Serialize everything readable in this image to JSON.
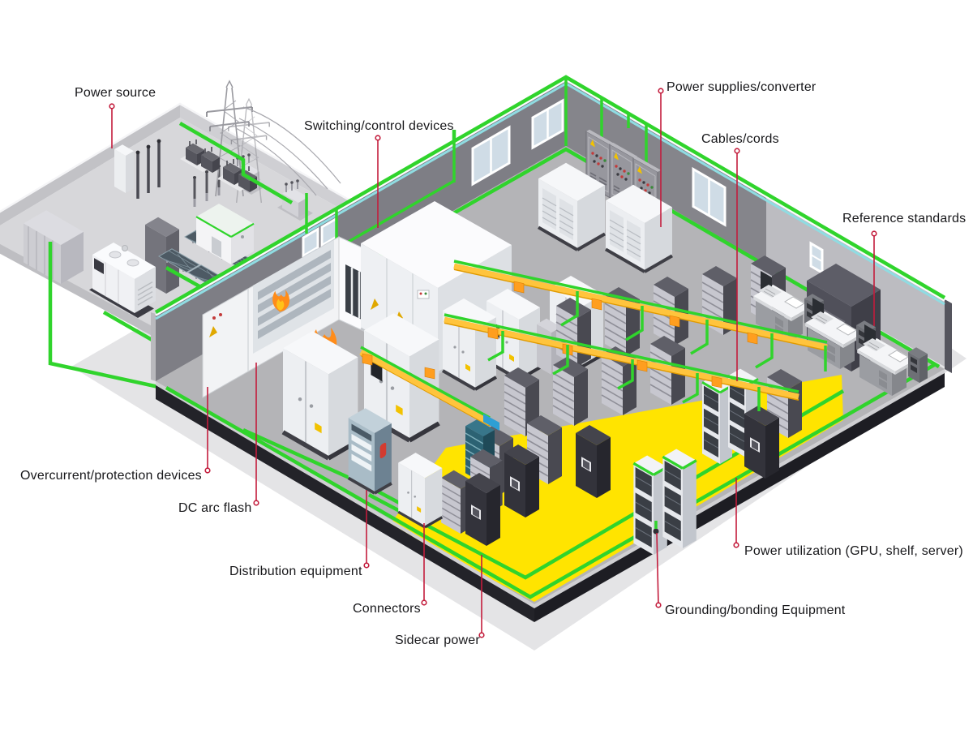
{
  "labels": {
    "power_source": "Power source",
    "switching": "Switching/control devices",
    "power_supplies": "Power supplies/converter",
    "cables": "Cables/cords",
    "reference": "Reference standards",
    "overcurrent": "Overcurrent/protection devices",
    "dc_arc_flash": "DC arc flash",
    "distribution": "Distribution equipment",
    "connectors": "Connectors",
    "sidecar": "Sidecar power",
    "grounding": "Grounding/bonding Equipment",
    "power_utilization": "Power utilization (GPU, shelf, server)"
  },
  "colors": {
    "cable_green": "#30d42c",
    "leader_red": "#c31c3c",
    "floor_yellow": "#ffe400",
    "busway_yellow": "#ffc43d",
    "wall_gray": "#7e7e85",
    "floor_gray": "#b4b4b7",
    "platform_gray": "#e4e4e6",
    "skirting_black": "#232329",
    "trim_cyan": "#8fdce2",
    "flame_orange": "#ff8c1a"
  }
}
